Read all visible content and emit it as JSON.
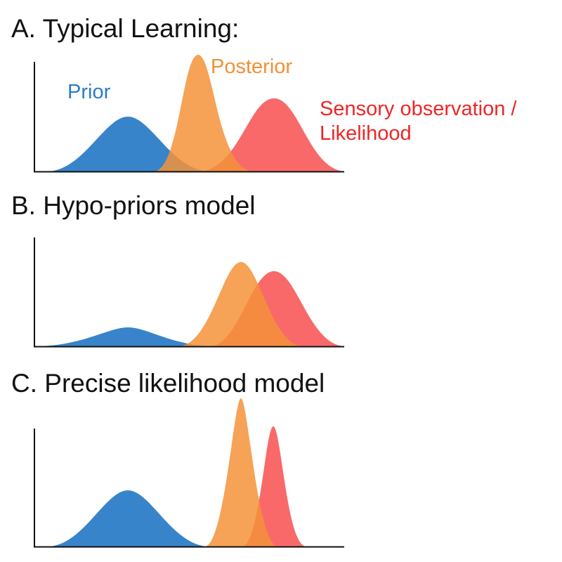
{
  "panels": [
    {
      "title": "A. Typical Learning:"
    },
    {
      "title": "B. Hypo-priors model"
    },
    {
      "title": "C. Precise likelihood model"
    }
  ],
  "labels": {
    "prior": "Prior",
    "posterior": "Posterior",
    "likelihood_line1": "Sensory observation /",
    "likelihood_line2": "Likelihood"
  },
  "colors": {
    "prior": "#2d7dc8",
    "posterior": "#f5923a",
    "likelihood": "#f84f4f",
    "axis": "#111111",
    "title": "#111111"
  }
}
